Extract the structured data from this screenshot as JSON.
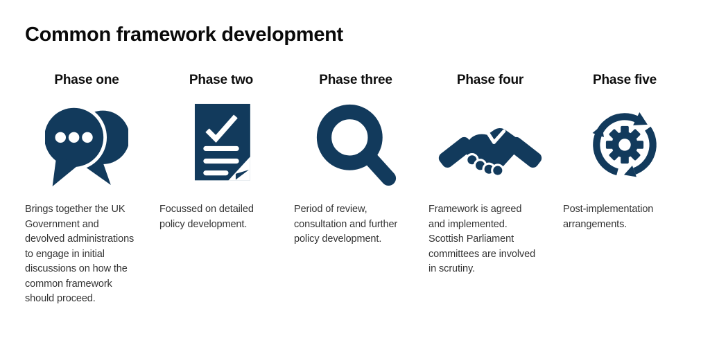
{
  "title": "Common framework development",
  "accent_color": "#123A5C",
  "phases": [
    {
      "label": "Phase one",
      "icon": "chat-bubbles",
      "description": "Brings together the UK\nGovernment and\ndevolved administrations\nto engage in initial\ndiscussions on how the\ncommon framework\nshould proceed."
    },
    {
      "label": "Phase two",
      "icon": "document-checklist",
      "description": "Focussed on detailed\npolicy development."
    },
    {
      "label": "Phase three",
      "icon": "magnifying-glass",
      "description": "Period of review,\nconsultation and further\npolicy development."
    },
    {
      "label": "Phase four",
      "icon": "handshake",
      "description": "Framework is agreed\nand implemented.\nScottish Parliament\ncommittees are involved\nin scrutiny."
    },
    {
      "label": "Phase five",
      "icon": "cycle-gear",
      "description": "Post-implementation\narrangements."
    }
  ]
}
